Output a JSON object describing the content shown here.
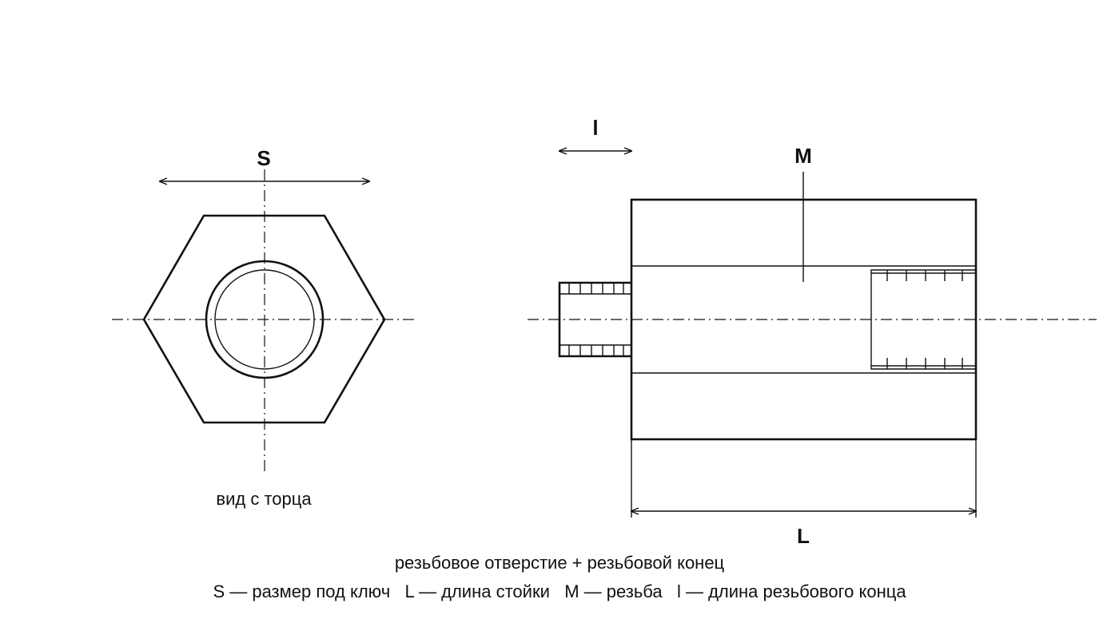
{
  "end_view": {
    "dimension_label": "S",
    "view_caption": "вид с торца"
  },
  "side_view": {
    "thread_end_length_label": "l",
    "thread_label": "M",
    "length_label": "L"
  },
  "captions": {
    "title": "резьбовое отверстие + резьбовой конец",
    "legend": "S — размер под ключ   L — длина стойки   M — резьба   l — длина резьбового конца"
  }
}
